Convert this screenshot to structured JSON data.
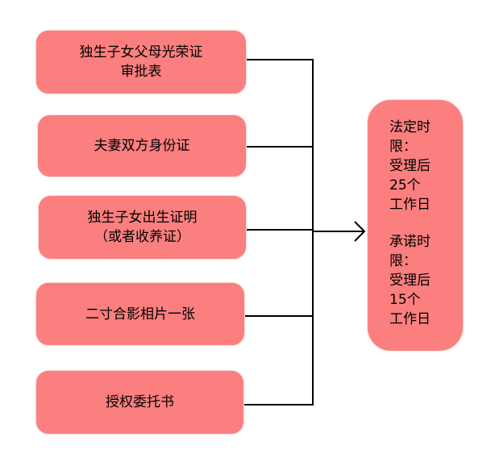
{
  "requirements": [
    {
      "lines": [
        "独生子女父母光荣证",
        "审批表"
      ]
    },
    {
      "lines": [
        "夫妻双方身份证"
      ]
    },
    {
      "lines": [
        "独生子女出生证明",
        "（或者收养证）"
      ]
    },
    {
      "lines": [
        "二寸合影相片一张"
      ]
    },
    {
      "lines": [
        "授权委托书"
      ]
    }
  ],
  "time_limits": {
    "legal": [
      "法定时",
      "限：",
      "受理后",
      "25个",
      "工作日"
    ],
    "promised": [
      "承诺时",
      "限：",
      "受理后",
      "15个",
      "工作日"
    ]
  },
  "colors": {
    "box_fill": "#fb7f7f",
    "box_border": "#fddada",
    "connector": "#000000"
  }
}
